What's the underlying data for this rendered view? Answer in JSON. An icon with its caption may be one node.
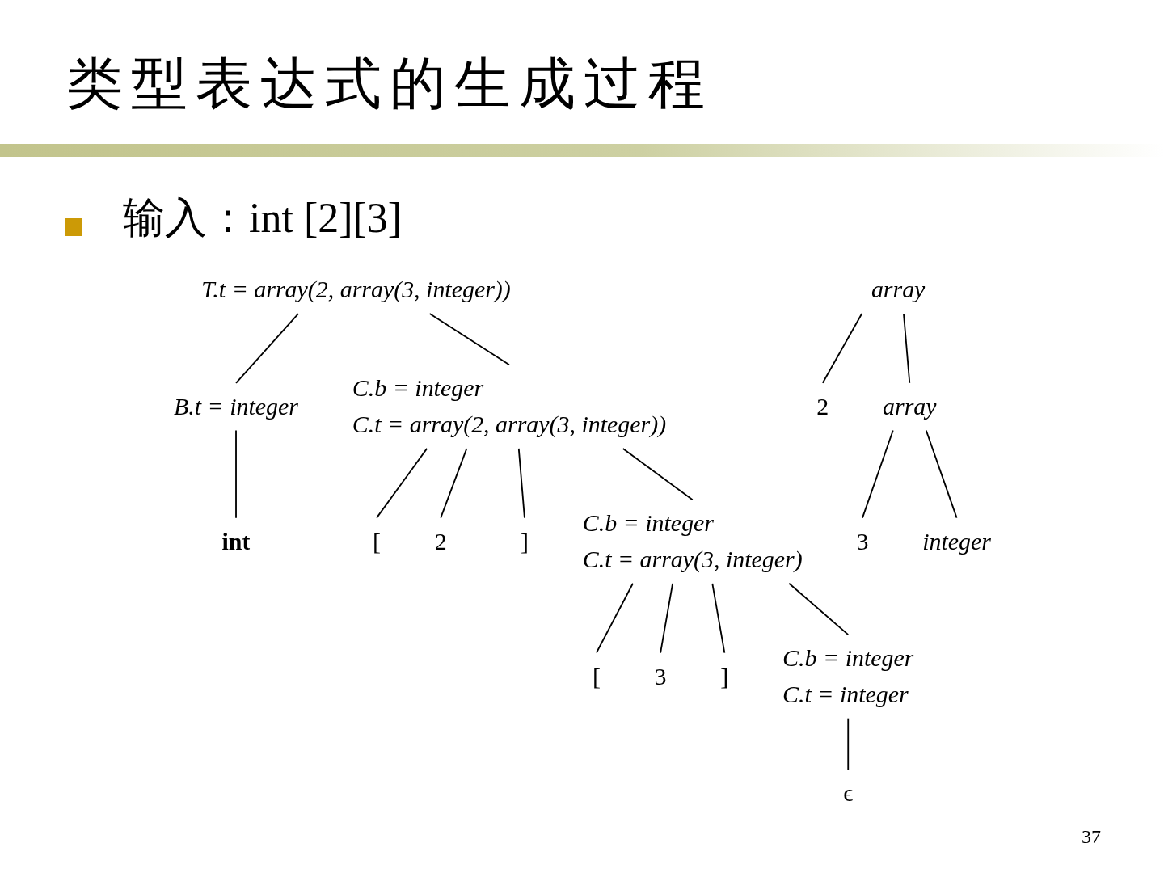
{
  "diagram": {
    "title": "类型表达式的生成过程",
    "nodes": [
      {
        "text": [
          "array"
        ]
      },
      {
        "text": [
          "2"
        ]
      },
      {
        "text": [
          "array"
        ]
      },
      {
        "text": [
          "3"
        ]
      },
      {
        "text": [
          "integer"
        ]
      },
      {
        "text": [
          "T.t = array(2, array(3, integer))"
        ]
      },
      {
        "text": [
          "B.t = integer"
        ]
      },
      {
        "text": [
          "C.b = integer",
          "C.t = array(2, array(3, integer))"
        ]
      },
      {
        "text": [
          "int"
        ]
      },
      {
        "text": [
          "["
        ]
      },
      {
        "text": [
          "2"
        ]
      },
      {
        "text": [
          "]"
        ]
      },
      {
        "text": [
          "C.b = integer",
          "C.t = array(3, integer)"
        ]
      },
      {
        "text": [
          "["
        ]
      },
      {
        "text": [
          "3"
        ]
      },
      {
        "text": [
          "]"
        ]
      },
      {
        "text": [
          "C.b = integer",
          "C.t = integer"
        ]
      },
      {
        "text": [
          "ϵ"
        ]
      }
    ],
    "edges": [
      {
        "from": 0,
        "to": 1,
        "arrow": "none"
      },
      {
        "from": 0,
        "to": 2,
        "arrow": "none"
      },
      {
        "from": 2,
        "to": 3,
        "arrow": "none"
      },
      {
        "from": 2,
        "to": 4,
        "arrow": "none"
      },
      {
        "from": 5,
        "to": 6,
        "arrow": "none"
      },
      {
        "from": 5,
        "to": 7,
        "arrow": "none"
      },
      {
        "from": 6,
        "to": 8,
        "arrow": "none"
      },
      {
        "from": 7,
        "to": 9,
        "arrow": "none"
      },
      {
        "from": 7,
        "to": 10,
        "arrow": "none"
      },
      {
        "from": 7,
        "to": 11,
        "arrow": "none"
      },
      {
        "from": 7,
        "to": 12,
        "arrow": "none"
      },
      {
        "from": 12,
        "to": 13,
        "arrow": "none"
      },
      {
        "from": 12,
        "to": 14,
        "arrow": "none"
      },
      {
        "from": 12,
        "to": 15,
        "arrow": "none"
      },
      {
        "from": 12,
        "to": 16,
        "arrow": "none"
      },
      {
        "from": 16,
        "to": 17,
        "arrow": "none"
      }
    ],
    "labels": [
      "输入：int [2][3]",
      "37"
    ]
  }
}
